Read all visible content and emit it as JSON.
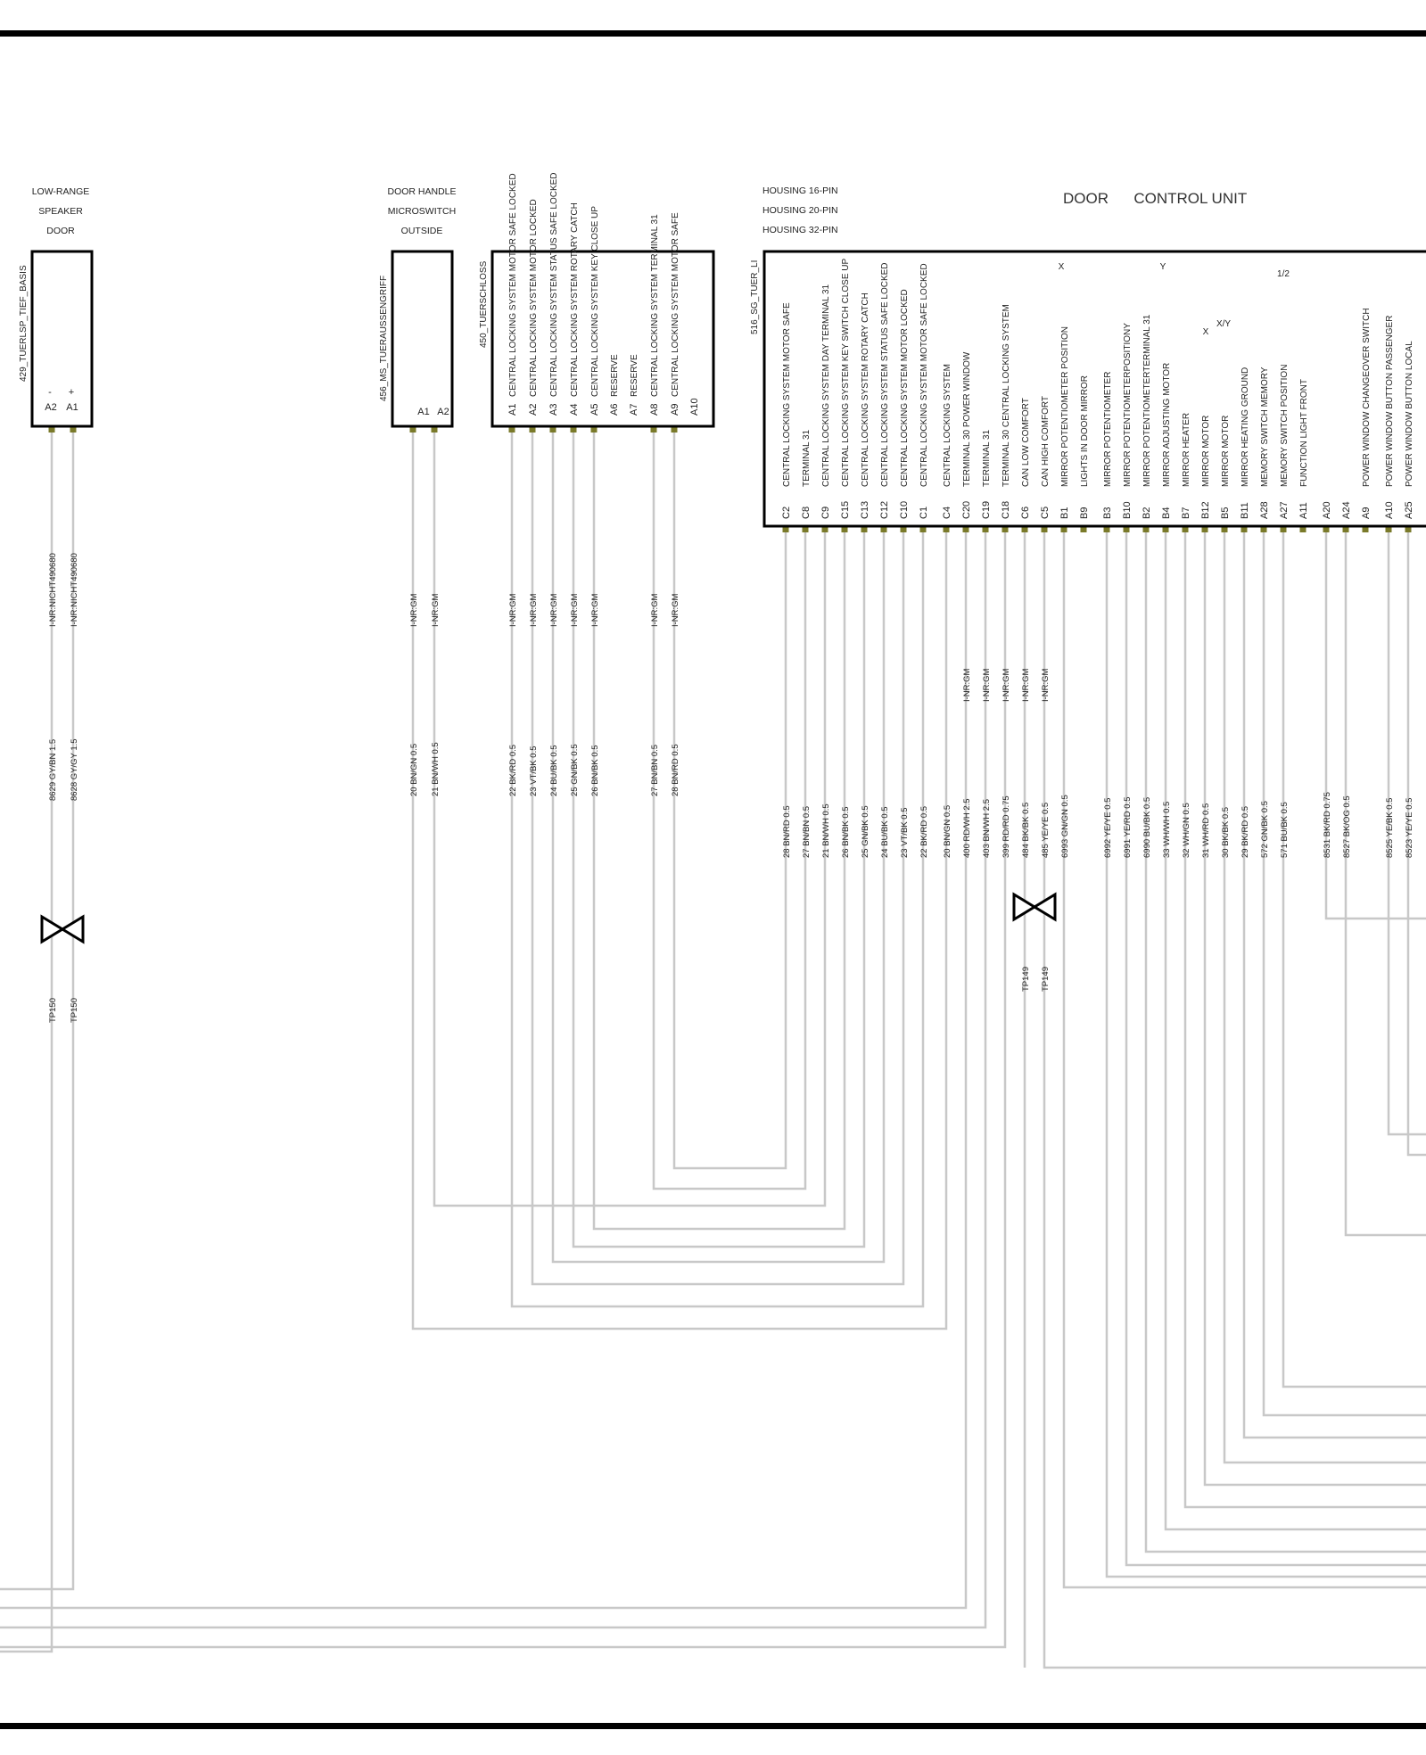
{
  "connectors": {
    "speaker": {
      "id": "429_TUERLSP_TIEF_BASIS",
      "title": [
        "LOW-RANGE",
        "SPEAKER",
        "DOOR"
      ],
      "polarity": [
        "-",
        "+"
      ],
      "pins": [
        "A2",
        "A1"
      ],
      "wires": [
        {
          "inr": "I-NR:NICHT490680",
          "code": "8629 GY/BN 1.5",
          "tp": "TP150"
        },
        {
          "inr": "I-NR:NICHT490680",
          "code": "8628 GY/GY 1.5",
          "tp": "TP150"
        }
      ]
    },
    "handle": {
      "id": "456_MS_TUERAUSSENGRIFF",
      "title": [
        "DOOR HANDLE",
        "MICROSWITCH",
        "OUTSIDE"
      ],
      "pins": [
        "A1",
        "A2"
      ],
      "wires": [
        {
          "inr": "I-NR:GM",
          "code": "20 BN/GN 0.5"
        },
        {
          "inr": "I-NR:GM",
          "code": "21 BN/WH 0.5"
        }
      ]
    },
    "lock": {
      "id": "450_TUERSCHLOSS",
      "pins": [
        {
          "pin": "A1",
          "fn": "CENTRAL LOCKING SYSTEM MOTOR SAFE LOCKED"
        },
        {
          "pin": "A2",
          "fn": "CENTRAL LOCKING SYSTEM MOTOR LOCKED"
        },
        {
          "pin": "A3",
          "fn": "CENTRAL LOCKING SYSTEM STATUS SAFE LOCKED"
        },
        {
          "pin": "A4",
          "fn": "CENTRAL LOCKING SYSTEM ROTARY CATCH"
        },
        {
          "pin": "A5",
          "fn": "CENTRAL LOCKING SYSTEM KEY CLOSE UP"
        },
        {
          "pin": "A6",
          "fn": "RESERVE"
        },
        {
          "pin": "A7",
          "fn": "RESERVE"
        },
        {
          "pin": "A8",
          "fn": "CENTRAL LOCKING SYSTEM TERMINAL 31"
        },
        {
          "pin": "A9",
          "fn": "CENTRAL LOCKING SYSTEM MOTOR SAFE"
        },
        {
          "pin": "A10",
          "fn": ""
        }
      ],
      "wires": [
        {
          "inr": "I-NR:GM",
          "code": "22 BK/RD 0.5"
        },
        {
          "inr": "I-NR:GM",
          "code": "23 VT/BK 0.5"
        },
        {
          "inr": "I-NR:GM",
          "code": "24 BU/BK 0.5"
        },
        {
          "inr": "I-NR:GM",
          "code": "25 GN/BK 0.5"
        },
        {
          "inr": "I-NR:GM",
          "code": "26 BN/BK 0.5"
        },
        {
          "inr": "I-NR:GM",
          "code": "27 BN/BN 0.5"
        },
        {
          "inr": "I-NR:GM",
          "code": "28 BN/RD 0.5"
        }
      ]
    },
    "control_unit": {
      "id": "516_SG_TUER_LI",
      "title": "DOOR      CONTROL UNIT",
      "housings": [
        "HOUSING 16-PIN",
        "HOUSING 20-PIN",
        "HOUSING 32-PIN"
      ],
      "markers": [
        "X",
        "Y",
        "X",
        "X/Y",
        "1/2"
      ],
      "pins": [
        {
          "pin": "C2",
          "fn": "CENTRAL LOCKING SYSTEM MOTOR SAFE",
          "inr": "",
          "code": "28 BN/RD 0.5"
        },
        {
          "pin": "C8",
          "fn": "TERMINAL 31",
          "inr": "",
          "code": "27 BN/BN 0.5"
        },
        {
          "pin": "C9",
          "fn": "CENTRAL LOCKING SYSTEM DAY TERMINAL 31",
          "inr": "",
          "code": "21 BN/WH 0.5"
        },
        {
          "pin": "C15",
          "fn": "CENTRAL LOCKING SYSTEM KEY SWITCH CLOSE UP",
          "inr": "",
          "code": "26 BN/BK 0.5"
        },
        {
          "pin": "C13",
          "fn": "CENTRAL LOCKING SYSTEM ROTARY CATCH",
          "inr": "",
          "code": "25 GN/BK 0.5"
        },
        {
          "pin": "C12",
          "fn": "CENTRAL LOCKING SYSTEM STATUS SAFE LOCKED",
          "inr": "",
          "code": "24 BU/BK 0.5"
        },
        {
          "pin": "C10",
          "fn": "CENTRAL LOCKING SYSTEM MOTOR LOCKED",
          "inr": "",
          "code": "23 VT/BK 0.5"
        },
        {
          "pin": "C1",
          "fn": "CENTRAL LOCKING SYSTEM MOTOR SAFE LOCKED",
          "inr": "",
          "code": "22 BK/RD 0.5"
        },
        {
          "pin": "C4",
          "fn": "CENTRAL LOCKING SYSTEM",
          "inr": "",
          "code": "20 BN/GN 0.5"
        },
        {
          "pin": "C20",
          "fn": "TERMINAL 30 POWER WINDOW",
          "inr": "I-NR:GM",
          "code": "400 RD/WH 2.5"
        },
        {
          "pin": "C19",
          "fn": "TERMINAL 31",
          "inr": "I-NR:GM",
          "code": "403 BN/WH 2.5"
        },
        {
          "pin": "C18",
          "fn": "TERMINAL 30 CENTRAL LOCKING SYSTEM",
          "inr": "I-NR:GM",
          "code": "399 RD/RD 0.75"
        },
        {
          "pin": "C6",
          "fn": "CAN LOW COMFORT",
          "inr": "I-NR:GM",
          "code": "484 BK/BK 0.5",
          "tp": "TP149"
        },
        {
          "pin": "C5",
          "fn": "CAN HIGH COMFORT",
          "inr": "I-NR:GM",
          "code": "485 YE/YE 0.5",
          "tp": "TP149"
        },
        {
          "pin": "B1",
          "fn": "MIRROR POTENTIOMETER POSITION",
          "inr": "",
          "code": "6993 GN/GN 0.5"
        },
        {
          "pin": "B9",
          "fn": "LIGHTS IN DOOR MIRROR",
          "inr": "",
          "code": ""
        },
        {
          "pin": "B3",
          "fn": "MIRROR POTENTIOMETER",
          "inr": "",
          "code": "6992 YE/YE 0.5"
        },
        {
          "pin": "B10",
          "fn": "MIRROR POTENTIOMETERPOSITIONY",
          "inr": "",
          "code": "6991 YE/RD 0.5"
        },
        {
          "pin": "B2",
          "fn": "MIRROR POTENTIOMETERTERMINAL 31",
          "inr": "",
          "code": "6990 BU/BK 0.5"
        },
        {
          "pin": "B4",
          "fn": "MIRROR ADJUSTING MOTOR",
          "inr": "",
          "code": "33 WH/WH 0.5"
        },
        {
          "pin": "B7",
          "fn": "MIRROR HEATER",
          "inr": "",
          "code": "32 WH/GN 0.5"
        },
        {
          "pin": "B12",
          "fn": "MIRROR MOTOR",
          "inr": "",
          "code": "31 WH/RD 0.5"
        },
        {
          "pin": "B5",
          "fn": "MIRROR MOTOR",
          "inr": "",
          "code": "30 BK/BK 0.5"
        },
        {
          "pin": "B11",
          "fn": "MIRROR HEATING GROUND",
          "inr": "",
          "code": "29 BK/RD 0.5"
        },
        {
          "pin": "A28",
          "fn": "MEMORY SWITCH MEMORY",
          "inr": "",
          "code": "572 GN/BK 0.5"
        },
        {
          "pin": "A27",
          "fn": "MEMORY SWITCH POSITION",
          "inr": "",
          "code": "571 BU/BK 0.5"
        },
        {
          "pin": "A11",
          "fn": "FUNCTION LIGHT FRONT",
          "inr": "",
          "code": ""
        },
        {
          "pin": "A20",
          "fn": "",
          "inr": "",
          "code": "8531 BK/RD 0.75"
        },
        {
          "pin": "A24",
          "fn": "",
          "inr": "",
          "code": "8527 BK/OG 0.5"
        },
        {
          "pin": "A9",
          "fn": "POWER WINDOW CHANGEOVER SWITCH",
          "inr": "",
          "code": ""
        },
        {
          "pin": "A10",
          "fn": "POWER WINDOW BUTTON PASSENGER",
          "inr": "",
          "code": "8525 YE/BK 0.5"
        },
        {
          "pin": "A25",
          "fn": "POWER WINDOW BUTTON LOCAL",
          "inr": "",
          "code": "8523 YE/YE 0.5"
        }
      ]
    }
  },
  "colors": {
    "frame": "#000000",
    "wire": "#c8c8c8",
    "terminal": "#7a7a2a"
  }
}
